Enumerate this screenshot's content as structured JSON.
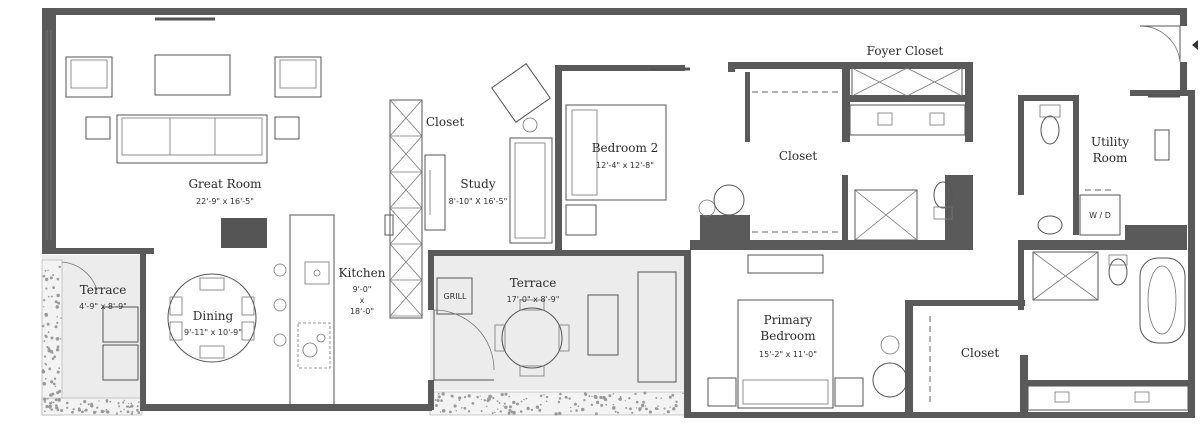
{
  "rooms": {
    "great_room": {
      "name": "Great Room",
      "dim": "22'-9\" x 16'-5\""
    },
    "study": {
      "name": "Study",
      "dim": "8'-10\" X 16'-5\""
    },
    "closet_study": {
      "name": "Closet"
    },
    "bedroom2": {
      "name": "Bedroom 2",
      "dim": "12'-4\" x 12'-8\""
    },
    "foyer_closet": {
      "name": "Foyer Closet"
    },
    "closet_center": {
      "name": "Closet"
    },
    "utility": {
      "name_line1": "Utility",
      "name_line2": "Room",
      "wd": "W / D"
    },
    "terrace_left": {
      "name": "Terrace",
      "dim": "4'-9\" x 8'-9\""
    },
    "dining": {
      "name": "Dining",
      "dim": "9'-11\" x 10'-9\""
    },
    "kitchen": {
      "name": "Kitchen",
      "dim_line1": "9'-0\"",
      "dim_line2": "x",
      "dim_line3": "18'-0\""
    },
    "terrace_center": {
      "name": "Terrace",
      "dim": "17'-0\" x 8'-9\"",
      "grill": "GRILL"
    },
    "primary_bedroom": {
      "name_line1": "Primary",
      "name_line2": "Bedroom",
      "dim": "15'-2\" x 11'-0\""
    },
    "closet_primary": {
      "name": "Closet"
    }
  },
  "colors": {
    "wall": "#5a5a5a",
    "terrace_fill": "#ececec",
    "line": "#555555"
  }
}
